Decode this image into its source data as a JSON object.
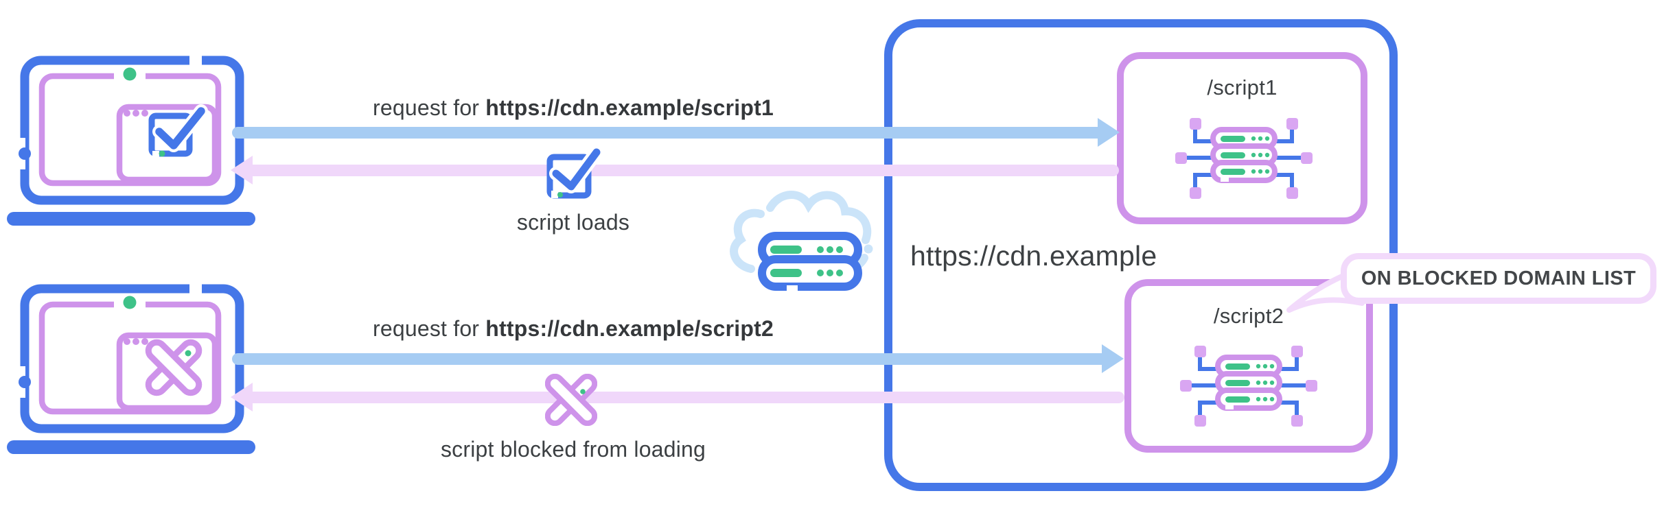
{
  "flows": [
    {
      "request_prefix": "request for ",
      "request_url": "https://cdn.example/script1",
      "result_label": "script loads"
    },
    {
      "request_prefix": "request for ",
      "request_url": "https://cdn.example/script2",
      "result_label": "script blocked from loading"
    }
  ],
  "cdn": {
    "domain": "https://cdn.example",
    "endpoints": [
      {
        "label": "/script1"
      },
      {
        "label": "/script2"
      }
    ],
    "callout_label": "ON BLOCKED DOMAIN LIST"
  },
  "icons": {
    "client_allowed": "laptop-with-check",
    "client_blocked": "laptop-with-x",
    "network": "cloud-server",
    "allowed_result": "checkmark-in-box",
    "blocked_result": "crossed-capsules-x",
    "endpoint": "server-cluster"
  },
  "colors": {
    "primary_blue": "#4577E8",
    "purple": "#CE93EA",
    "node_square_purple": "#D9A6F2",
    "green": "#3EC288",
    "request_arrow_blue": "#A6CCF3",
    "response_arrow_purple": "#F0D7FA",
    "callout_border": "#F2DAFB",
    "cloud_light_blue": "#CBE4F9",
    "text_gray": "#3C4043"
  }
}
